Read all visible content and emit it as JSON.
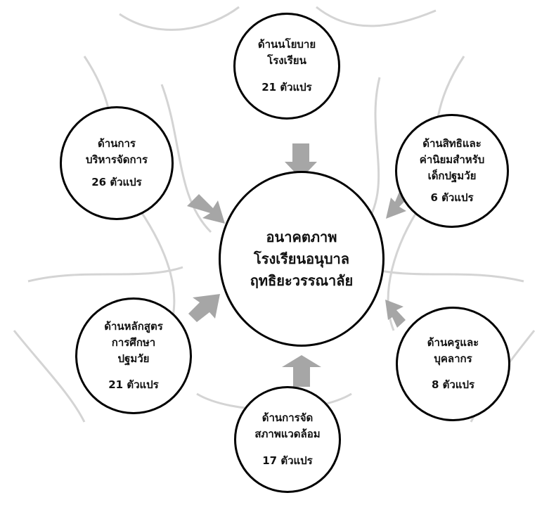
{
  "center": {
    "lines": [
      "อนาคตภาพ",
      "โรงเรียนอนุบาล",
      "ฤทธิยะวรรณาลัย"
    ]
  },
  "aspects": [
    {
      "id": "policy",
      "lines": [
        "ด้านนโยบาย",
        "โรงเรียน"
      ],
      "count": "21 ตัวแปร"
    },
    {
      "id": "rights",
      "lines": [
        "ด้านสิทธิและ",
        "ค่านิยมสำหรับ",
        "เด็กปฐมวัย"
      ],
      "count": "6 ตัวแปร"
    },
    {
      "id": "staff",
      "lines": [
        "ด้านครูและ",
        "บุคลากร"
      ],
      "count": "8 ตัวแปร"
    },
    {
      "id": "environment",
      "lines": [
        "ด้านการจัด",
        "สภาพแวดล้อม"
      ],
      "count": "17 ตัวแปร"
    },
    {
      "id": "curriculum",
      "lines": [
        "ด้านหลักสูตร",
        "การศึกษา",
        "ปฐมวัย"
      ],
      "count": "21 ตัวแปร"
    },
    {
      "id": "management",
      "lines": [
        "ด้านการ",
        "บริหารจัดการ"
      ],
      "count": "26 ตัวแปร"
    }
  ],
  "colors": {
    "arrow": "#a6a6a6",
    "circle_border": "#000000",
    "watermark": "#c8c8c8"
  }
}
